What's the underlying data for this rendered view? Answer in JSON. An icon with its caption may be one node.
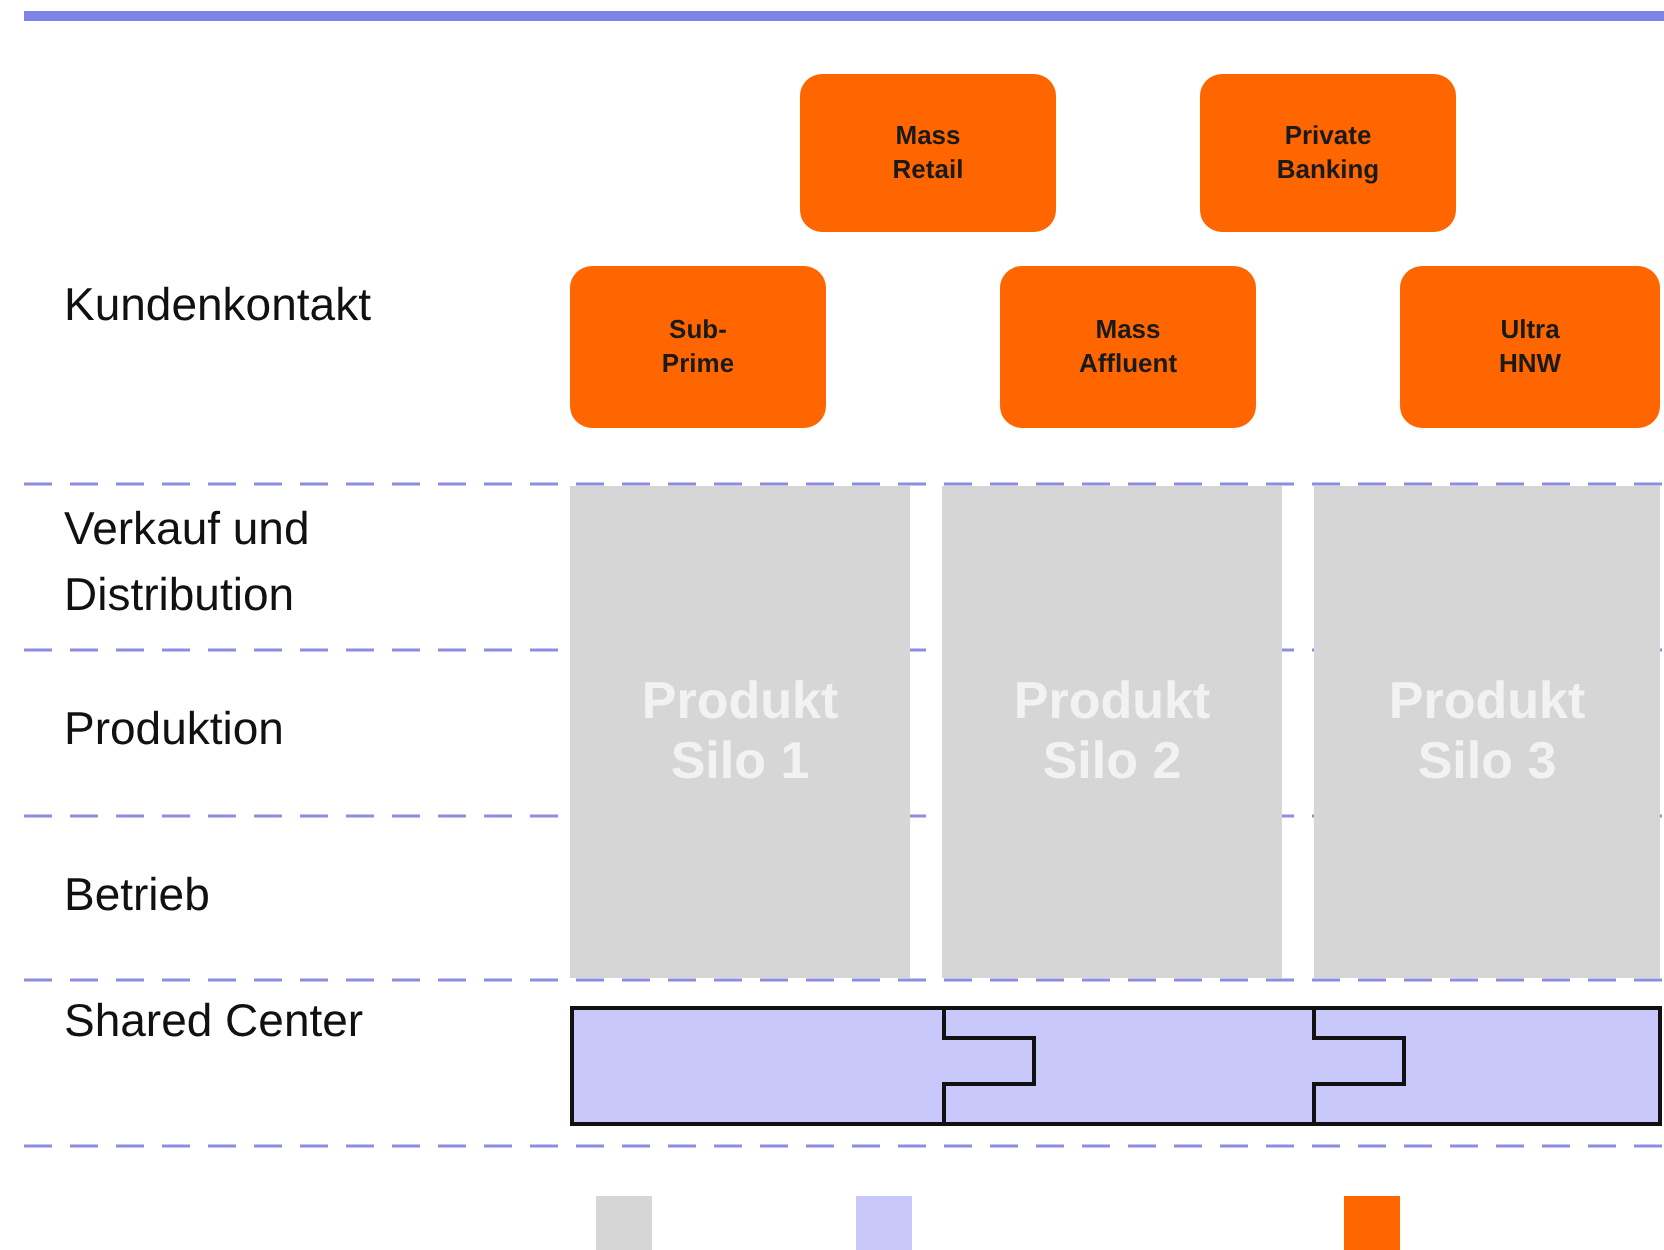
{
  "diagram": {
    "nodes": [
      {
        "text": [
          "Mass Retail"
        ]
      },
      {
        "text": [
          "Private Banking"
        ]
      },
      {
        "text": [
          "Sub-Prime"
        ]
      },
      {
        "text": [
          "Mass Affluent"
        ]
      },
      {
        "text": [
          "Ultra HNW"
        ]
      },
      {
        "text": [
          "Produkt Silo 1"
        ]
      },
      {
        "text": [
          "Produkt Silo 2"
        ]
      },
      {
        "text": [
          "Produkt Silo 3"
        ]
      },
      {
        "text": [],
        "shape": "bar"
      }
    ],
    "edges": [],
    "labels": [
      "Kundenkontakt",
      "Verkauf und Distribution",
      "Produktion",
      "Betrieb",
      "Shared Center"
    ]
  }
}
